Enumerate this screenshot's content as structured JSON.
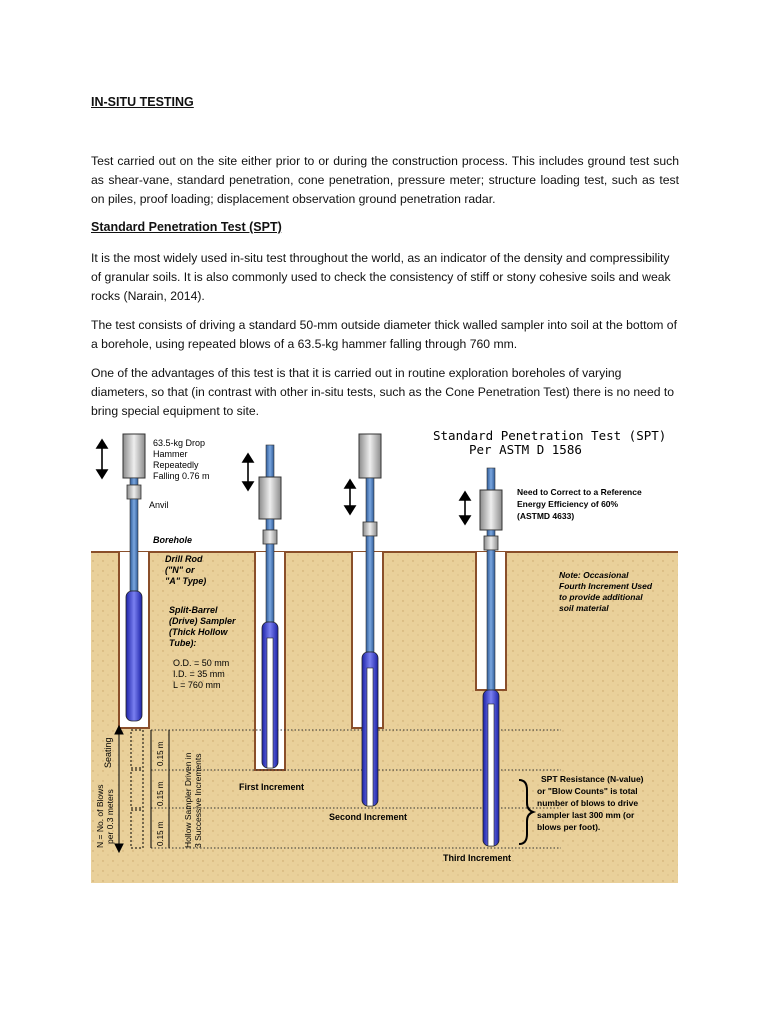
{
  "heading": "IN-SITU TESTING",
  "paragraphs": {
    "p1": "Test carried out on the site either prior to or during the construction process. This includes ground test such as shear-vane, standard penetration, cone penetration, pressure meter; structure loading test, such as test on piles, proof loading; displacement observation ground penetration radar.",
    "subheading": "Standard Penetration Test (SPT)",
    "p2": "It is the most widely used in-situ test throughout the world, as an indicator of the density and compressibility of granular soils. It is also commonly used to check the consistency of stiff or stony cohesive soils and weak rocks (Narain, 2014).",
    "p3": "The test consists of driving a standard 50-mm outside diameter thick walled sampler into soil at the bottom of a borehole, using repeated blows of a 63.5-kg hammer falling through 760 mm.",
    "p4": "One of the advantages of this test is that it is carried out in routine exploration boreholes of varying diameters, so that (in contrast with other in-situ tests, such as the Cone Penetration Test) there is no need to bring special equipment to site."
  },
  "figure": {
    "title_line1": "Standard Penetration Test (SPT)",
    "title_line2": "Per ASTM D 1586",
    "hammer_label": [
      "63.5-kg Drop",
      "Hammer",
      "Repeatedly",
      "Falling 0.76 m"
    ],
    "anvil_label": "Anvil",
    "borehole_label": "Borehole",
    "drill_rod_label": [
      "Drill Rod",
      "(\"N\" or",
      "\"A\" Type)"
    ],
    "sampler_label": [
      "Split-Barrel",
      "(Drive) Sampler",
      "(Thick Hollow",
      "Tube):"
    ],
    "dimensions": [
      "O.D. = 50 mm",
      "I.D. = 35 mm",
      "L = 760 mm"
    ],
    "energy_note": [
      "Need to Correct to a Reference",
      "Energy Efficiency of 60%",
      "(ASTMD 4633)"
    ],
    "fourth_note": [
      "Note: Occasional",
      "Fourth Increment Used",
      "to provide additional",
      "soil material"
    ],
    "seating_label": "Seating",
    "blows_label": [
      "N = No. of Blows",
      "per 0.3 meters"
    ],
    "hollow_label": [
      "Hollow Sampler Driven in",
      "3 Successive Increments"
    ],
    "increment_size": "0.15 m",
    "first_increment": "First Increment",
    "second_increment": "Second Increment",
    "third_increment": "Third Increment",
    "spt_resistance": [
      "SPT Resistance (N-value)",
      "or \"Blow Counts\" is total",
      "number of blows to drive",
      "sampler last 300 mm (or",
      "blows per foot)."
    ],
    "colors": {
      "soil": "#e8cf98",
      "borehole_edge": "#8a4f2a",
      "rod": "#4a79b8",
      "sampler": "#2b35c9",
      "hammer": "#c8c8c8"
    }
  }
}
